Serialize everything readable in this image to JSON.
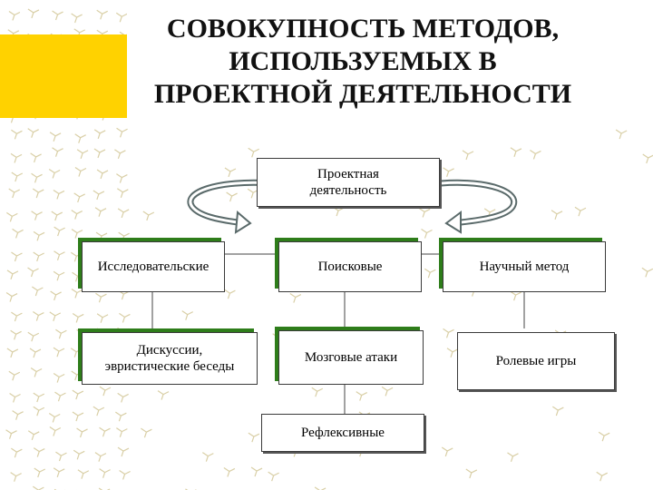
{
  "title_lines": [
    "СОВОКУПНОСТЬ МЕТОДОВ,",
    "ИСПОЛЬЗУЕМЫХ В",
    "ПРОЕКТНОЙ ДЕЯТЕЛЬНОСТИ"
  ],
  "diagram": {
    "root": {
      "line1": "Проектная",
      "line2": "деятельность"
    },
    "level1": [
      "Исследовательские",
      "Поисковые",
      "Научный метод"
    ],
    "level2": {
      "left": {
        "line1": "Дискуссии,",
        "line2": "эвристические беседы"
      },
      "middle": "Мозговые атаки",
      "right": "Ролевые игры"
    },
    "level3": "Рефлексивные"
  },
  "colors": {
    "band": "#ffd200",
    "box_shadow": "#2e7d1a",
    "arrow": "#5a6a6a",
    "pattern": "#d9cfa6"
  }
}
